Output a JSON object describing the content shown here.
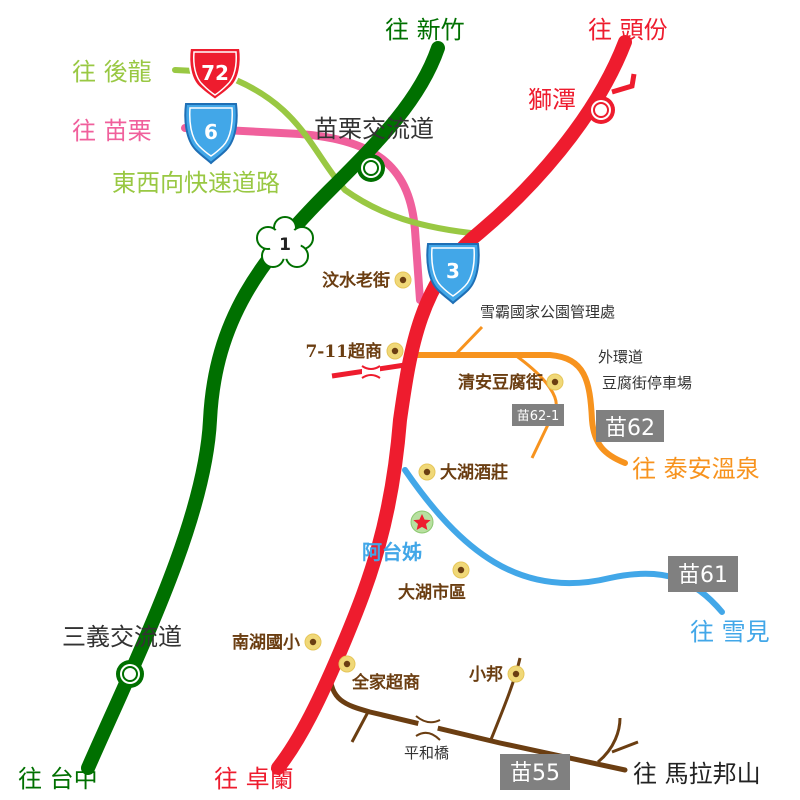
{
  "colors": {
    "hw1": "#007000",
    "hw3": "#ee1c2e",
    "hw6": "#f0609c",
    "hw72": "#99c843",
    "orange": "#f7931e",
    "blue": "#42a7e8",
    "brown": "#6b3e12",
    "poi_text": "#6b3e12",
    "gray_badge": "#808080",
    "station_green": "#007000",
    "station_red": "#ee1c2e"
  },
  "directions": {
    "xinzhu": "往 新竹",
    "toufen": "往 頭份",
    "houlong": "往 後龍",
    "miaoli": "往 苗栗",
    "taichung": "往 台中",
    "zhuolan": "往 卓蘭",
    "taian": "往 泰安溫泉",
    "xuejian": "往 雪見",
    "malabang": "往 馬拉邦山"
  },
  "highways": {
    "h72": "72",
    "h6": "6",
    "h3": "3",
    "h1": "1",
    "expressway_label": "東西向快速道路"
  },
  "interchanges": {
    "miaoli_ic": "苗栗交流道",
    "sanyi_ic": "三義交流道",
    "shitan": "獅潭"
  },
  "pois": {
    "wenshui": "汶水老街",
    "seven_eleven": "7-11超商",
    "qingan": "清安豆腐街",
    "dahu_winery": "大湖酒莊",
    "atai": "阿台姊",
    "dahu_market": "大湖市區",
    "nanhu_school": "南湖國小",
    "familymart": "全家超商",
    "xiaobang": "小邦"
  },
  "notes": {
    "sheipa": "雪霸國家公園管理處",
    "ring_road": "外環道",
    "tofu_parking": "豆腐街停車場",
    "pinghe_bridge": "平和橋"
  },
  "badges": {
    "m62_1": "苗62-1",
    "m62": "苗62",
    "m61": "苗61",
    "m55": "苗55"
  }
}
